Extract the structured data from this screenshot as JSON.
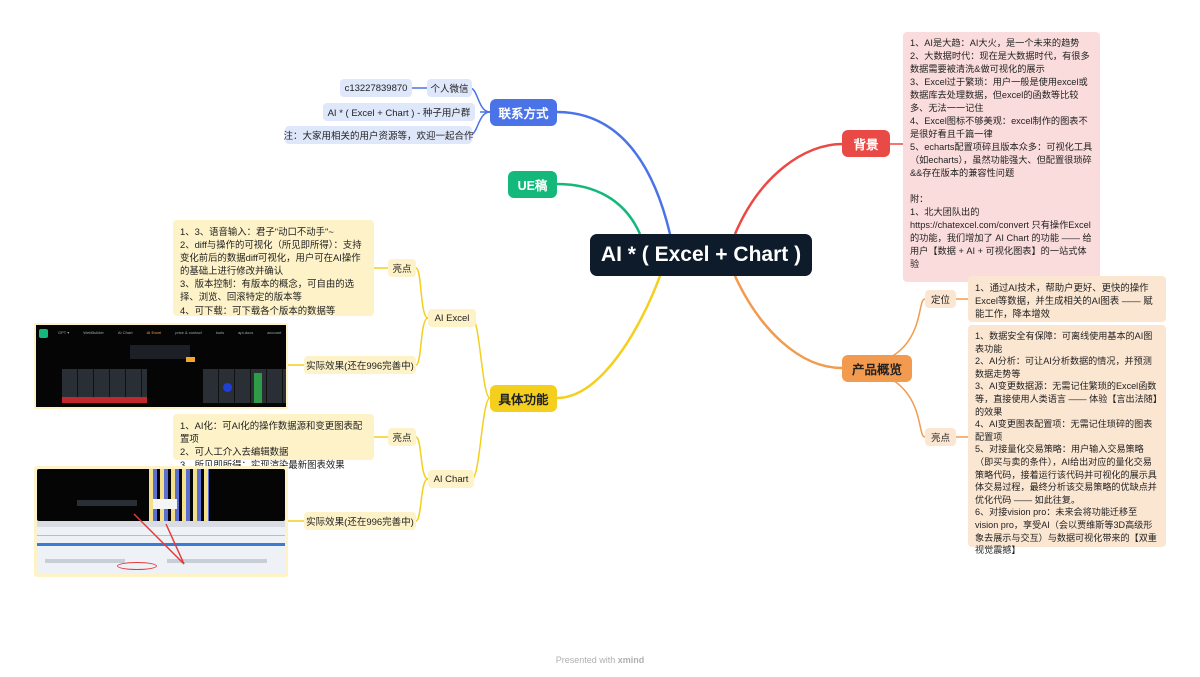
{
  "root": {
    "title": "AI * ( Excel + Chart )"
  },
  "contact": {
    "label": "联系方式",
    "wechat_id": "c13227839870",
    "wechat_label": "个人微信",
    "group_label": "AI * ( Excel + Chart ) - 种子用户群",
    "note": "注：大家用相关的用户资源等，欢迎一起合作"
  },
  "ue": {
    "label": "UE稿"
  },
  "features": {
    "label": "具体功能",
    "ai_excel": {
      "label": "AI Excel",
      "highlight_label": "亮点",
      "highlight_text": "1、3、语音输入：君子\"动口不动手\"~\n2、diff与操作的可视化（所见即所得）：支持变化前后的数据diff可视化，用户可在AI操作的基础上进行修改并确认\n3、版本控制：有版本的概念，可自由的选择、浏览、回滚特定的版本等\n4、可下载：可下载各个版本的数据等",
      "effect_label": "实际效果(还在996完善中)",
      "screenshot_menu": [
        "GPT ▾",
        "WebBuilder",
        "AI Chart",
        "AI Excel",
        "price & contact",
        "tools",
        "api-docs",
        "account"
      ]
    },
    "ai_chart": {
      "label": "AI Chart",
      "highlight_label": "亮点",
      "highlight_text": "1、AI化：可AI化的操作数据源和变更图表配置项\n2、可人工介入去编辑数据\n3、所见即所得：实现渲染最新图表效果",
      "effect_label": "实际效果(还在996完善中)"
    }
  },
  "background": {
    "label": "背景",
    "text": "1、AI是大趋：AI大火，是一个未来的趋势\n2、大数据时代：现在是大数据时代，有很多数据需要被清洗&做可视化的展示\n3、Excel过于繁琐：用户一般是使用excel或数据库去处理数据，但excel的函数等比较多、无法一一记住\n4、Excel图标不够美观：excel制作的图表不是很好看且千篇一律\n5、echarts配置项碎且版本众多：可视化工具（如echarts），虽然功能强大、但配置很琐碎&&存在版本的兼容性问题\n\n附：\n1、北大团队出的https://chatexcel.com/convert 只有操作Excel的功能，我们增加了 AI Chart 的功能 —— 给用户【数据 + AI + 可视化图表】的一站式体验"
  },
  "overview": {
    "label": "产品概览",
    "positioning_label": "定位",
    "positioning_text": "1、通过AI技术，帮助户更好、更快的操作Excel等数据，并生成相关的AI图表 —— 赋能工作，降本增效",
    "highlight_label": "亮点",
    "highlight_text": "1、数据安全有保障：可离线使用基本的AI图表功能\n2、AI分析：可让AI分析数据的情况，并预测数据走势等\n3、AI变更数据源：无需记住繁琐的Excel函数等，直接使用人类语言 —— 体验【言出法随】的效果\n4、AI变更图表配置项：无需记住琐碎的图表配置项\n5、对接量化交易策略：用户输入交易策略（即买与卖的条件），AI给出对应的量化交易策略代码，接着运行该代码并可视化的展示具体交易过程，最终分析该交易策略的优缺点并优化代码 —— 如此往复。\n6、对接vision pro：未来会将功能迁移至vision pro，享受AI（会以贾维斯等3D高级形象去展示与交互）与数据可视化带来的【双重视觉震撼】"
  },
  "footer": {
    "prefix": "Presented with",
    "brand": "xmind"
  },
  "colors": {
    "root": "#0d1b2a",
    "contact": "#4a73e8",
    "ue": "#13b87a",
    "features": "#f4cf1d",
    "background": "#ea4a45",
    "overview": "#f29a4e",
    "contact_bg": "#dfe7fb",
    "features_bg": "#fdf2c8",
    "background_bg": "#fbdcdc",
    "overview_bg": "#fbe6d2"
  }
}
